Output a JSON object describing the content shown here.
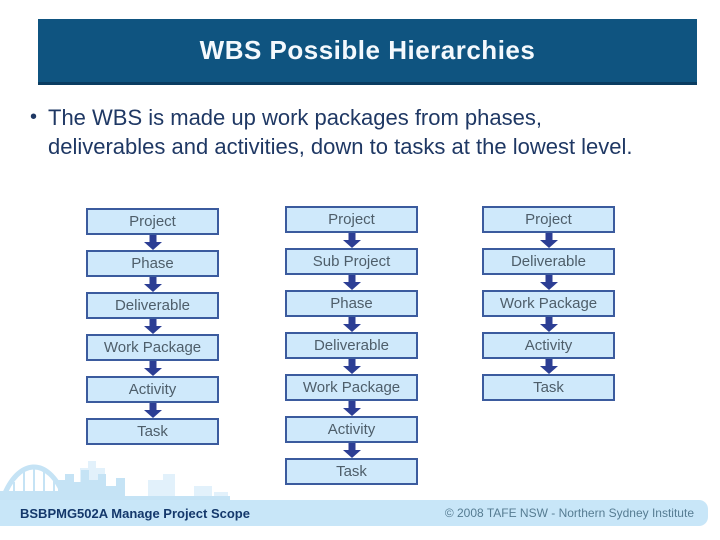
{
  "slide": {
    "title": "WBS Possible Hierarchies",
    "bullet_glyph": "•",
    "bullet_text": "The WBS is made up work packages from phases, deliverables and activities, down to tasks at the lowest level.",
    "footer_left": "BSBPMG502A Manage Project Scope",
    "footer_right": "© 2008 TAFE NSW - Northern Sydney Institute"
  },
  "diagram": {
    "columns": [
      {
        "name": "hierarchy-1",
        "boxes": [
          "Project",
          "Phase",
          "Deliverable",
          "Work Package",
          "Activity",
          "Task"
        ]
      },
      {
        "name": "hierarchy-2",
        "boxes": [
          "Project",
          "Sub Project",
          "Phase",
          "Deliverable",
          "Work Package",
          "Activity",
          "Task"
        ]
      },
      {
        "name": "hierarchy-3",
        "boxes": [
          "Project",
          "Deliverable",
          "Work Package",
          "Activity",
          "Task"
        ]
      }
    ]
  },
  "icons": {
    "arrow": "down-arrow-icon"
  },
  "colors": {
    "title_bar": "#0f5480",
    "title_bar_edge": "#0a3c61",
    "title_text": "#f4f9fd",
    "body_text": "#1f3864",
    "box_fill": "#cfe9fb",
    "box_border": "#3b5b9e",
    "box_text": "#4e5e6a",
    "arrow": "#2c3e94",
    "footer_band": "#c8e6f8",
    "footer_left_text": "#14386b",
    "footer_right_text": "#567c92",
    "skyline": "#c5e3f5",
    "skyline_light": "#e2f1fb"
  }
}
